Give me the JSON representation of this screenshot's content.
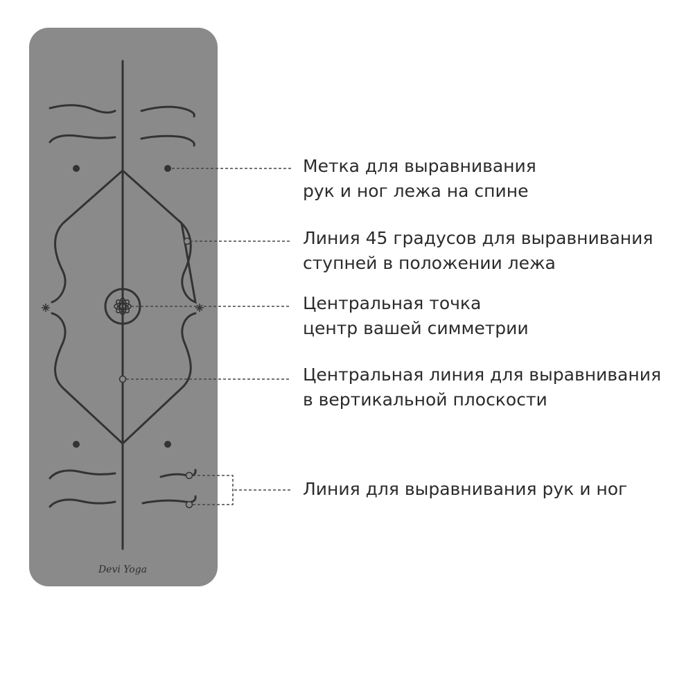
{
  "mat": {
    "brand": "Devi Yoga",
    "color": "#8a8a8a",
    "line_color": "#333333",
    "leader_color": "#444444"
  },
  "annotations": [
    {
      "id": "lying-hands-feet-mark",
      "lines": [
        "Метка для выравнивания",
        "рук и ног лежа на спине"
      ]
    },
    {
      "id": "line-45-degrees",
      "lines": [
        "Линия 45 градусов для выравнивания",
        "ступней в положении лежа"
      ]
    },
    {
      "id": "center-point",
      "lines": [
        "Центральная точка",
        "центр вашей симметрии"
      ]
    },
    {
      "id": "center-line",
      "lines": [
        "Центральная линия для выравнивания",
        "в вертикальной плоскости"
      ]
    },
    {
      "id": "hands-feet-line",
      "lines": [
        "Линия для выравнивания рук и ног"
      ]
    }
  ]
}
